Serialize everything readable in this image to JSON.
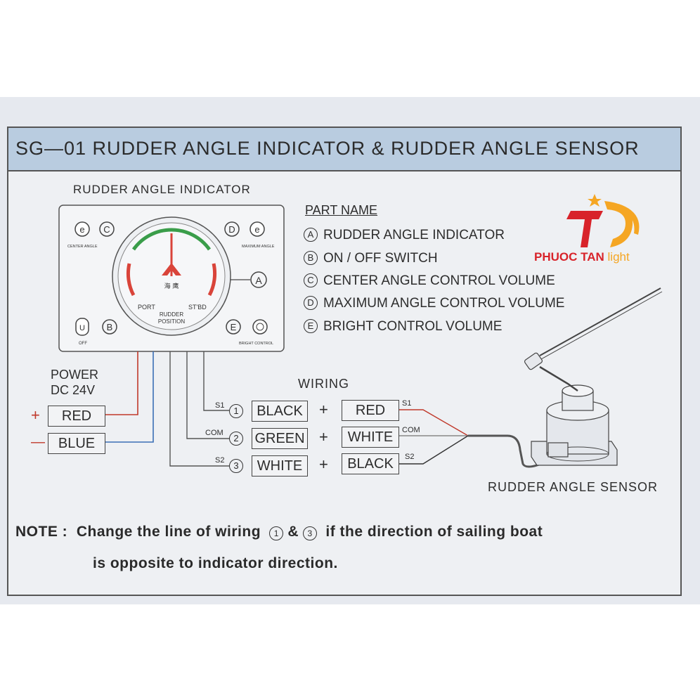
{
  "header": {
    "title": "SG​—​01 RUDDER ANGLE INDICATOR & RUDDER ANGLE SENSOR"
  },
  "indicator": {
    "label": "RUDDER ANGLE INDICATOR",
    "center_angle_label": "CENTER ANGLE",
    "maximum_angle_label": "MAXIMUM ANGLE",
    "off_label": "OFF",
    "bright_control_label": "BRIGHT CONTROL",
    "dial": {
      "port_label": "PORT",
      "stbd_label": "ST'BD",
      "rudder_label": "RUDDER",
      "position_label": "POSITION",
      "brand_chars": "海 鹰"
    },
    "markers": {
      "a": "A",
      "b": "B",
      "c": "C",
      "d": "D",
      "e": "E"
    }
  },
  "parts": {
    "title": "PART NAME",
    "items": [
      {
        "key": "A",
        "label": "RUDDER ANGLE INDICATOR"
      },
      {
        "key": "B",
        "label": "ON / OFF SWITCH"
      },
      {
        "key": "C",
        "label": "CENTER ANGLE CONTROL VOLUME"
      },
      {
        "key": "D",
        "label": "MAXIMUM ANGLE CONTROL VOLUME"
      },
      {
        "key": "E",
        "label": "BRIGHT CONTROL VOLUME"
      }
    ]
  },
  "logo": {
    "text_main": "PHUOC TAN",
    "text_sub": "light",
    "color_red": "#d8232a",
    "color_orange": "#f5a623"
  },
  "power": {
    "title_line1": "POWER",
    "title_line2": "DC 24V",
    "plus": "+",
    "minus": "—",
    "red": "RED",
    "blue": "BLUE"
  },
  "wiring": {
    "title": "WIRING",
    "rows": [
      {
        "tag": "S1",
        "num": "1",
        "left": "BLACK",
        "plus": "+",
        "right": "RED",
        "rtag": "S1"
      },
      {
        "tag": "COM",
        "num": "2",
        "left": "GREEN",
        "plus": "+",
        "right": "WHITE",
        "rtag": "COM"
      },
      {
        "tag": "S2",
        "num": "3",
        "left": "WHITE",
        "plus": "+",
        "right": "BLACK",
        "rtag": "S2"
      }
    ]
  },
  "sensor": {
    "label": "RUDDER ANGLE SENSOR"
  },
  "note": {
    "prefix": "NOTE :",
    "line1_a": "Change the  line of wiring",
    "c1": "1",
    "amp": "&",
    "c3": "3",
    "line1_b": "if the  direction  of sailing boat",
    "line2": "is opposite to indicator direction."
  },
  "colors": {
    "red_wire": "#c0392b",
    "blue_wire": "#3b6fb6",
    "green_scale": "#3a9d4a",
    "red_scale": "#d9443a"
  }
}
